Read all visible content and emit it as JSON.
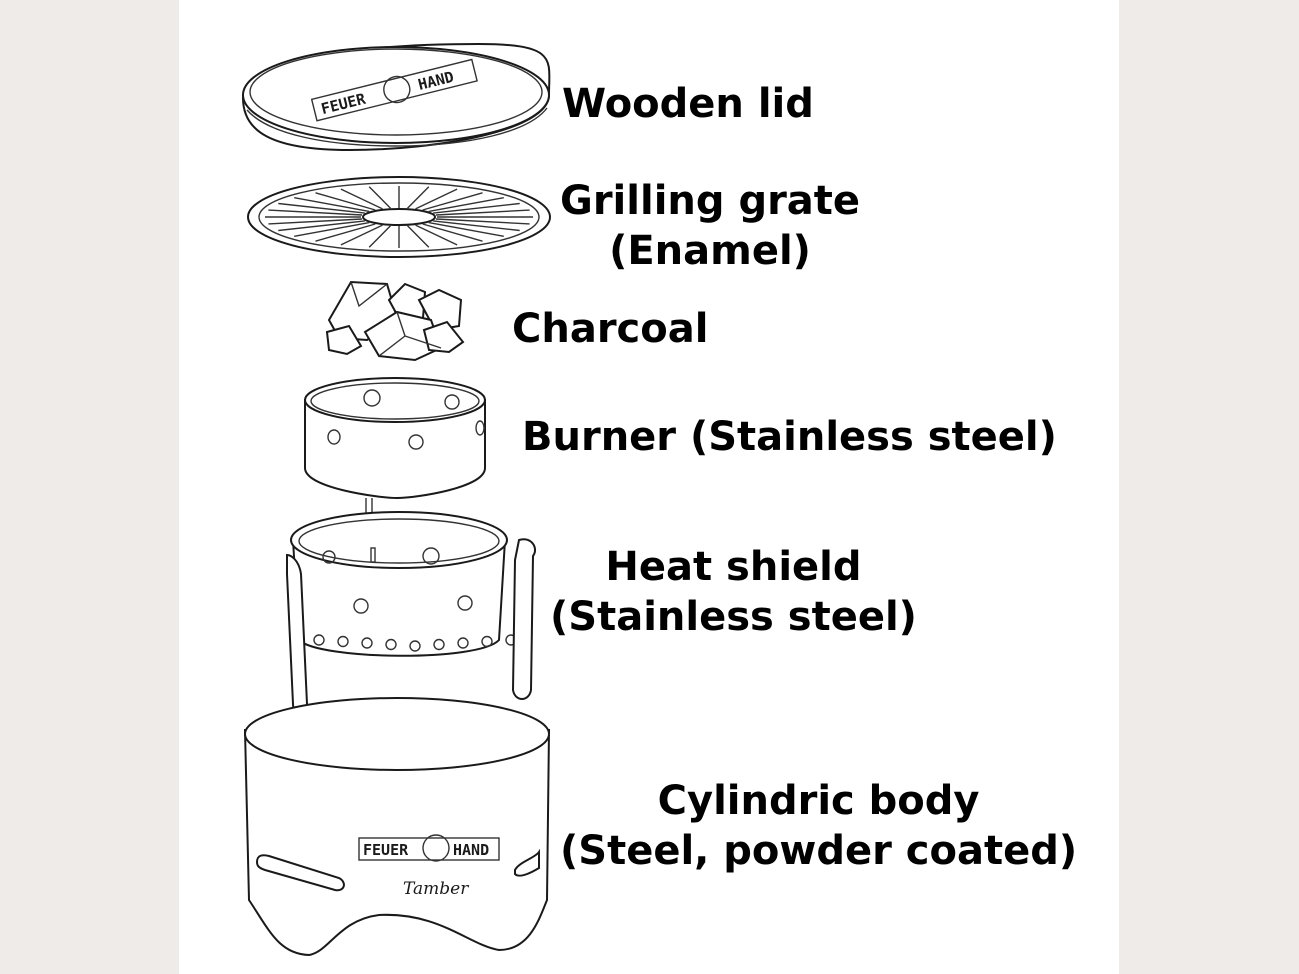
{
  "labels": {
    "wooden_lid": "Wooden lid",
    "grilling_grate_line1": "Grilling grate",
    "grilling_grate_line2": "(Enamel)",
    "charcoal": "Charcoal",
    "burner": "Burner (Stainless steel)",
    "heat_shield_line1": "Heat shield",
    "heat_shield_line2": "(Stainless steel)",
    "cylindric_body_line1": "Cylindric body",
    "cylindric_body_line2": "(Steel, powder coated)"
  },
  "branding": {
    "logo_left": "FEUER",
    "logo_right": "HAND",
    "model": "Tamber"
  },
  "colors": {
    "background": "#efebe9",
    "canvas": "#ffffff",
    "text": "#000000",
    "line": "#1a1a1a"
  }
}
